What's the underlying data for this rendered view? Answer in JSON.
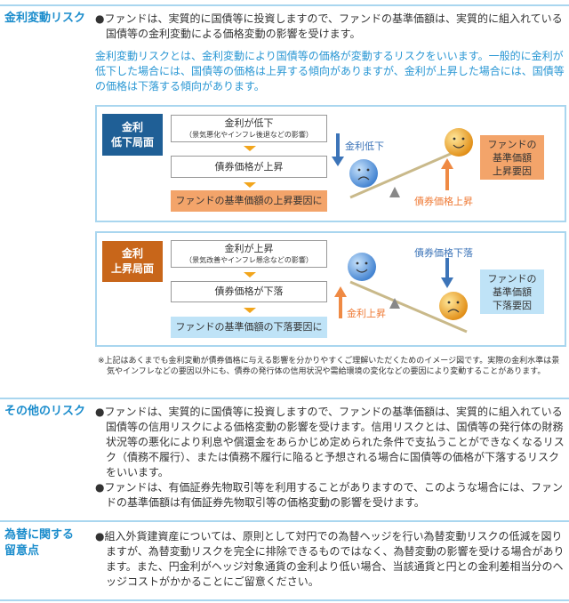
{
  "interest_rate_risk": {
    "label": "金利変動リスク",
    "bullet": "●ファンドは、実質的に国債等に投資しますので、ファンドの基準価額は、実質的に組入れている国債等の金利変動による価格変動の影響を受けます。",
    "explanation": "金利変動リスクとは、金利変動により国債等の価格が変動するリスクをいいます。一般的に金利が低下した場合には、国債等の価格は上昇する傾向がありますが、金利が上昇した場合には、国債等の価格は下落する傾向があります。",
    "falling": {
      "tag": [
        "金利",
        "低下局面"
      ],
      "step1": "金利が低下",
      "step1_sub": "（景気悪化やインフレ後退などの影響）",
      "step2": "債券価格が上昇",
      "result": "ファンドの基準価額の上昇要因に",
      "arrow_rate": "金利低下",
      "arrow_bond": "債券価格上昇",
      "side": [
        "ファンドの",
        "基準価額",
        "上昇要因"
      ]
    },
    "rising": {
      "tag": [
        "金利",
        "上昇局面"
      ],
      "step1": "金利が上昇",
      "step1_sub": "（景気改善やインフレ懸念などの影響）",
      "step2": "債券価格が下落",
      "result": "ファンドの基準価額の下落要因に",
      "arrow_rate": "金利上昇",
      "arrow_bond": "債券価格下落",
      "side": [
        "ファンドの",
        "基準価額",
        "下落要因"
      ]
    },
    "note": "※上記はあくまでも金利変動が債券価格に与える影響を分かりやすくご理解いただくためのイメージ図です。実際の金利水準は景気やインフレなどの要因以外にも、債券の発行体の信用状況や需給環境の変化などの要因により変動することがあります。"
  },
  "other_risk": {
    "label": "その他のリスク",
    "bullets": [
      "●ファンドは、実質的に国債等に投資しますので、ファンドの基準価額は、実質的に組入れている国債等の信用リスクによる価格変動の影響を受けます。信用リスクとは、国債等の発行体の財務状況等の悪化により利息や償還金をあらかじめ定められた条件で支払うことができなくなるリスク（債務不履行）、または債務不履行に陥ると予想される場合に国債等の価格が下落するリスクをいいます。",
      "●ファンドは、有価証券先物取引等を利用することがありますので、このような場合には、ファンドの基準価額は有価証券先物取引等の価格変動の影響を受けます。"
    ]
  },
  "fx_note": {
    "label": [
      "為替に関する",
      "留意点"
    ],
    "bullet": "●組入外貨建資産については、原則として対円での為替ヘッジを行い為替変動リスクの低減を図りますが、為替変動リスクを完全に排除できるものではなく、為替変動の影響を受ける場合があります。また、円金利がヘッジ対象通貨の金利より低い場合、当該通貨と円との金利差相当分のヘッジコストがかかることにご留意ください。"
  },
  "colors": {
    "accent": "#1a8ccc",
    "dark_blue": "#1f5f96",
    "orange": "#c8661a",
    "light_orange": "#f3a46a",
    "light_blue": "#bfe3f7"
  }
}
